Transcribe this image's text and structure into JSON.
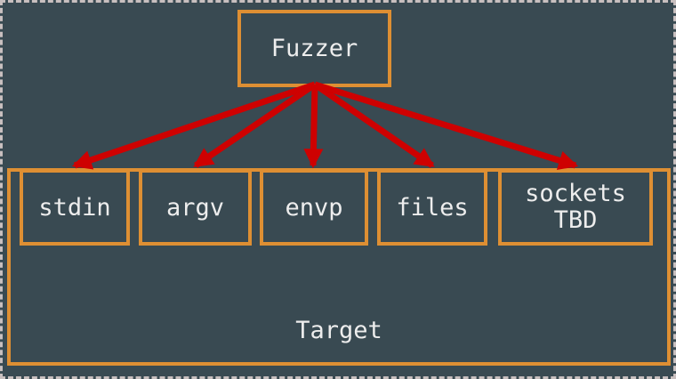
{
  "diagram": {
    "fuzzer": {
      "label": "Fuzzer"
    },
    "target": {
      "label": "Target"
    },
    "inputs": [
      {
        "label": "stdin"
      },
      {
        "label": "argv"
      },
      {
        "label": "envp"
      },
      {
        "label": "files"
      },
      {
        "label": "sockets",
        "sublabel": "TBD"
      }
    ],
    "edges": [
      {
        "from": "Fuzzer",
        "to": "stdin"
      },
      {
        "from": "Fuzzer",
        "to": "argv"
      },
      {
        "from": "Fuzzer",
        "to": "envp"
      },
      {
        "from": "Fuzzer",
        "to": "files"
      },
      {
        "from": "Fuzzer",
        "to": "sockets TBD"
      }
    ],
    "colors": {
      "background": "#394A52",
      "box_border": "#DE8F33",
      "arrow": "#CE0101",
      "text": "#EDEDED",
      "outer_dash_border": "#C8BFBF"
    }
  }
}
